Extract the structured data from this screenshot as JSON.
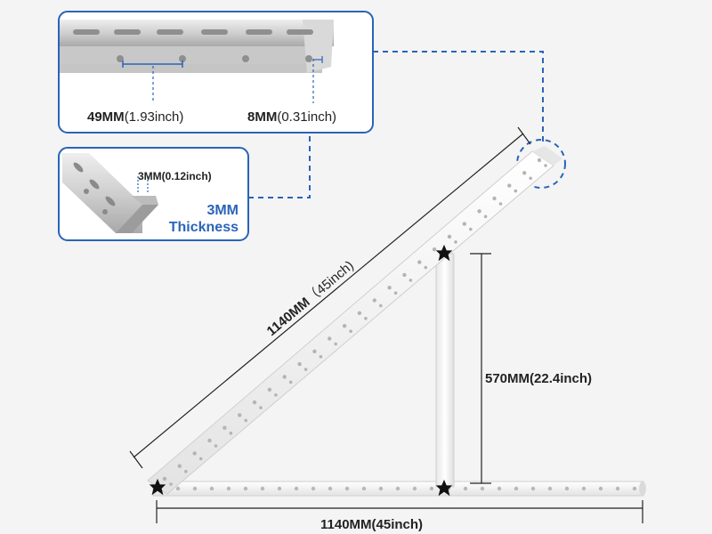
{
  "labels": {
    "hole_spacing_mm": "49MM",
    "hole_spacing_in": "(1.93inch)",
    "hole_diameter_mm": "8MM",
    "hole_diameter_in": "(0.31inch)",
    "thickness_dim": "3MM(0.12inch)",
    "thickness_title_line1": "3MM",
    "thickness_title_line2": "Thickness",
    "diagonal_mm": "1140MM",
    "diagonal_in": "（45inch)",
    "vertical_dim": "570MM(22.4inch)",
    "base_dim": "1140MM(45inch)"
  },
  "colors": {
    "accent_blue": "#2a64b8",
    "panel_border": "#2a64b8",
    "rail_white": "#ffffff",
    "rail_shade": "#dcdcdc",
    "hole_gray": "#b8b8b8",
    "knob_black": "#111111",
    "background": "#f4f4f4"
  },
  "icons": {
    "knob": "star-knob-icon"
  }
}
